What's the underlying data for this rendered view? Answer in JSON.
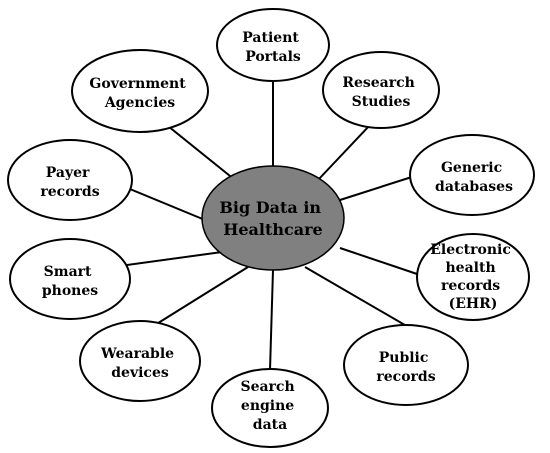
{
  "diagram": {
    "hub": {
      "line1": "Big Data in",
      "line2": "Healthcare"
    },
    "nodes": [
      {
        "id": "patient-portals",
        "lines": [
          "Patient",
          "Portals"
        ]
      },
      {
        "id": "research-studies",
        "lines": [
          "Research",
          "Studies"
        ]
      },
      {
        "id": "generic-databases",
        "lines": [
          "Generic",
          "databases"
        ]
      },
      {
        "id": "electronic-health-records",
        "lines": [
          "Electronic",
          "health",
          "records",
          "(EHR)"
        ]
      },
      {
        "id": "public-records",
        "lines": [
          "Public",
          "records"
        ]
      },
      {
        "id": "search-engine-data",
        "lines": [
          "Search",
          "engine",
          "data"
        ]
      },
      {
        "id": "wearable-devices",
        "lines": [
          "Wearable",
          "devices"
        ]
      },
      {
        "id": "smart-phones",
        "lines": [
          "Smart",
          "phones"
        ]
      },
      {
        "id": "payer-records",
        "lines": [
          "Payer",
          "records"
        ]
      },
      {
        "id": "government-agencies",
        "lines": [
          "Government",
          "Agencies"
        ]
      }
    ],
    "colors": {
      "hub_fill": "#808080",
      "node_fill": "#ffffff",
      "stroke": "#000000"
    }
  }
}
